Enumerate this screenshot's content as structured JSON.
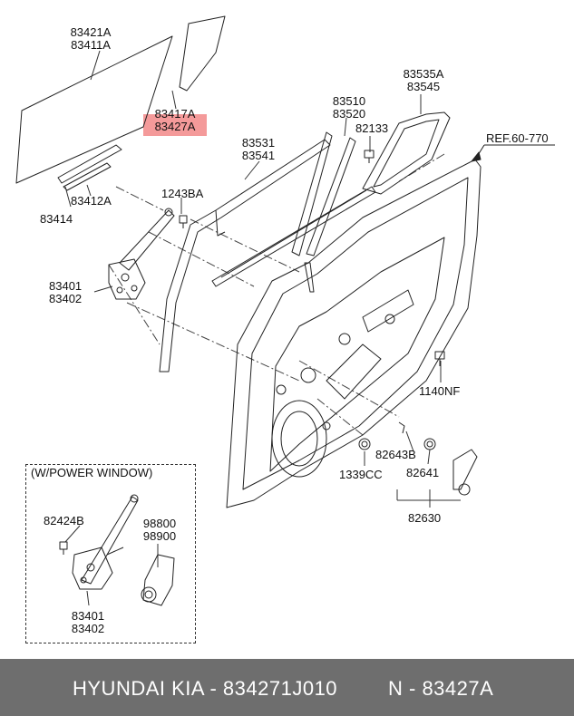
{
  "labels": {
    "p83421A": "83421A",
    "p83411A": "83411A",
    "p83417A": "83417A",
    "p83427A": "83427A",
    "p83414": "83414",
    "p83412A": "83412A",
    "p1243BA": "1243BA",
    "p83531": "83531",
    "p83541": "83541",
    "p83510": "83510",
    "p83520": "83520",
    "p82133": "82133",
    "p83535A": "83535A",
    "p83545": "83545",
    "ref": "REF.60-770",
    "p83401": "83401",
    "p83402": "83402",
    "p1140NF": "1140NF",
    "p82643B": "82643B",
    "p1339CC": "1339CC",
    "p82641": "82641",
    "p82630": "82630",
    "power_title": "(W/POWER WINDOW)",
    "p82424B": "82424B",
    "p98800": "98800",
    "p98900": "98900",
    "p83401b": "83401",
    "p83402b": "83402"
  },
  "footer": {
    "brand": "HYUNDAI  KIA - 834271J010",
    "code": "N - 83427A"
  },
  "highlight_color": "#f49a9a",
  "footer_color": "#6e6e6e"
}
